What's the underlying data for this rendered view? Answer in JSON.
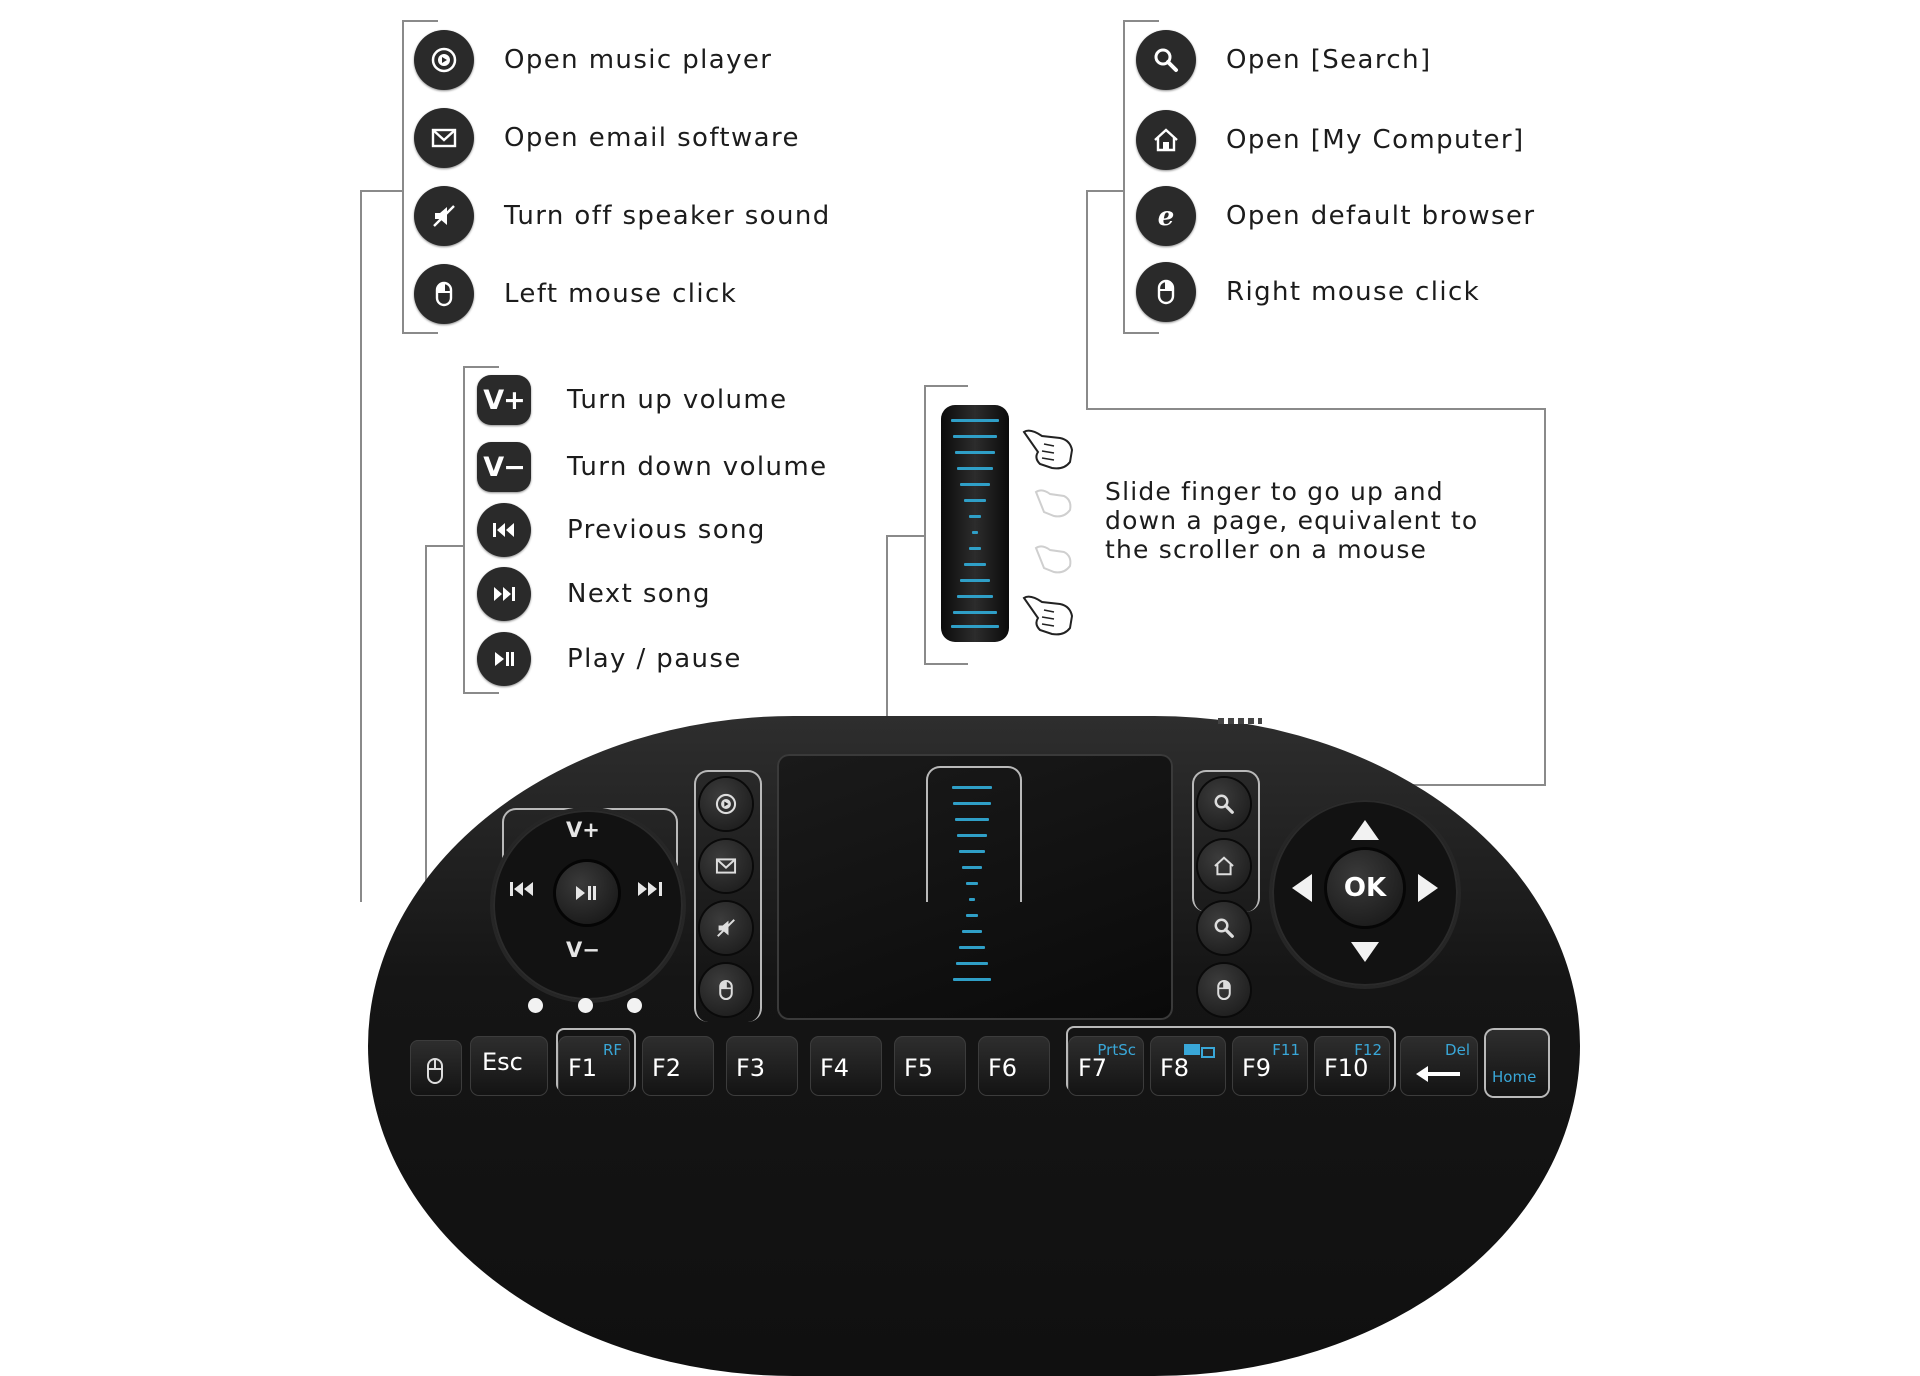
{
  "left_group_1": [
    {
      "icon": "music-icon",
      "label": "Open music player"
    },
    {
      "icon": "mail-icon",
      "label": "Open email software"
    },
    {
      "icon": "mute-icon",
      "label": "Turn off speaker sound"
    },
    {
      "icon": "mouse-icon",
      "label": "Left mouse click"
    }
  ],
  "left_group_2": [
    {
      "icon": "volume-up-icon",
      "badge": "V+",
      "label": "Turn up volume"
    },
    {
      "icon": "volume-down-icon",
      "badge": "V−",
      "label": "Turn down volume"
    },
    {
      "icon": "previous-icon",
      "label": "Previous song"
    },
    {
      "icon": "next-icon",
      "label": "Next song"
    },
    {
      "icon": "play-pause-icon",
      "label": "Play / pause"
    }
  ],
  "right_group": [
    {
      "icon": "search-icon",
      "label": "Open [Search]"
    },
    {
      "icon": "home-icon",
      "label": "Open [My Computer]"
    },
    {
      "icon": "browser-icon",
      "label": "Open default browser"
    },
    {
      "icon": "mouse-icon",
      "label": "Right mouse click"
    }
  ],
  "scroller": {
    "description_lines": [
      "Slide finger to go up and",
      "down a page, equivalent to",
      "the scroller on a mouse"
    ]
  },
  "keyboard": {
    "dpad": {
      "up": "V+",
      "down": "V−"
    },
    "ok_label": "OK",
    "keys": [
      {
        "label": "Esc"
      },
      {
        "label": "F1",
        "blue": "RF"
      },
      {
        "label": "F2"
      },
      {
        "label": "F3"
      },
      {
        "label": "F4"
      },
      {
        "label": "F5"
      },
      {
        "label": "F6"
      },
      {
        "label": "F7",
        "blue": "PrtSc"
      },
      {
        "label": "F8"
      },
      {
        "label": "F9",
        "blue": "F11"
      },
      {
        "label": "F10",
        "blue": "F12"
      },
      {
        "label": "",
        "blue": "Del"
      },
      {
        "label": "Home"
      }
    ]
  },
  "colors": {
    "accent": "#2f9fc7",
    "icon_bg": "#2a2a2a",
    "line": "#8a8a8a"
  }
}
